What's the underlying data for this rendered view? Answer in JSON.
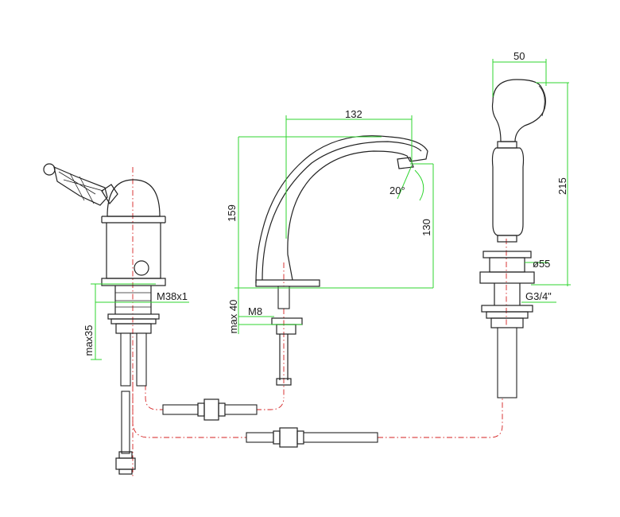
{
  "diagram": {
    "dimensions": {
      "shower_width": "50",
      "spout_reach": "132",
      "spout_angle": "20°",
      "spout_height_total": "159",
      "spout_outlet_height": "130",
      "shower_height": "215",
      "shower_base_diameter": "ø55",
      "shower_thread": "G3/4\"",
      "valve_thread": "M38x1",
      "valve_max_deck": "max35",
      "spout_max_deck": "max 40",
      "spout_stud": "M8"
    }
  }
}
